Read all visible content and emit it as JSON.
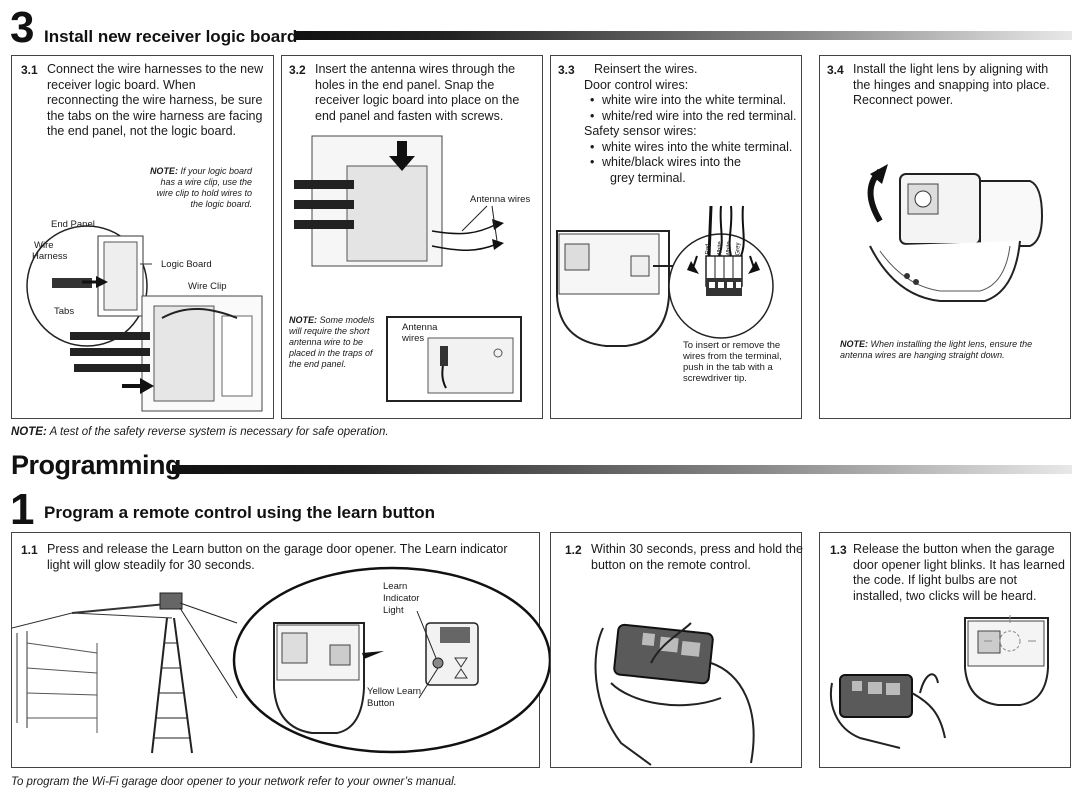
{
  "section3": {
    "number": "3",
    "title": "Install new receiver logic board",
    "steps": [
      {
        "num": "3.1",
        "text": "Connect the wire harnesses to the new receiver logic board. When reconnecting the wire harness, be sure the tabs on the wire harness are facing the end panel, not the logic board.",
        "note_label": "NOTE:",
        "note": "If your logic board has a wire clip, use the wire clip to hold wires to the logic board.",
        "labels": {
          "end_panel": "End Panel",
          "wire": "Wire",
          "harness": "Harness",
          "logic_board": "Logic Board",
          "wire_clip": "Wire Clip",
          "tabs": "Tabs"
        }
      },
      {
        "num": "3.2",
        "text": "Insert the antenna wires through the holes in the end panel. Snap the receiver logic board into place on the end panel and fasten with screws.",
        "note_label": "NOTE:",
        "note": "Some models will require the short antenna wire to be placed in the traps of the end panel.",
        "labels": {
          "antenna_wires": "Antenna wires",
          "inset_antenna": "Antenna",
          "inset_wires": "wires"
        }
      },
      {
        "num": "3.3",
        "intro": "Reinsert the wires.",
        "door_heading": "Door control wires:",
        "door_items": [
          "white wire into the white terminal.",
          "white/red wire into the red terminal."
        ],
        "safety_heading": "Safety sensor wires:",
        "safety_items": [
          "white wires into the white terminal.",
          "white/black wires into the"
        ],
        "safety_cont": "grey terminal.",
        "terminal_labels": [
          "Red",
          "White",
          "White",
          "Grey"
        ],
        "caption": [
          "To insert or remove the",
          "wires from the terminal,",
          "push in the tab with a",
          "screwdriver tip."
        ]
      },
      {
        "num": "3.4",
        "text": "Install the light lens by aligning with the hinges and snapping into place. Reconnect power.",
        "note_label": "NOTE:",
        "note": "When installing the light lens, ensure the antenna wires are hanging straight down."
      }
    ],
    "footer_label": "NOTE:",
    "footer": "A test of the safety reverse system is necessary for safe operation."
  },
  "programming": {
    "title": "Programming",
    "sub_number": "1",
    "sub_title": "Program a remote control using the learn button",
    "steps": [
      {
        "num": "1.1",
        "text": "Press and release the Learn button on the garage door opener. The Learn indicator light will glow steadily for 30 seconds.",
        "labels": {
          "learn": "Learn",
          "indicator": "Indicator",
          "light": "Light",
          "yellow_learn": "Yellow Learn",
          "button": "Button"
        }
      },
      {
        "num": "1.2",
        "text": "Within 30 seconds, press and hold the button on the remote control."
      },
      {
        "num": "1.3",
        "text": "Release the button when the garage door opener light blinks. It has learned the code. If light bulbs are not installed, two clicks will be heard."
      }
    ],
    "footer": "To program the Wi-Fi garage door opener to your network refer to your owner’s manual."
  },
  "colors": {
    "text": "#1a1a1a",
    "border": "#444444",
    "bar_dark": "#111111",
    "bar_light": "#e8e8e8"
  }
}
